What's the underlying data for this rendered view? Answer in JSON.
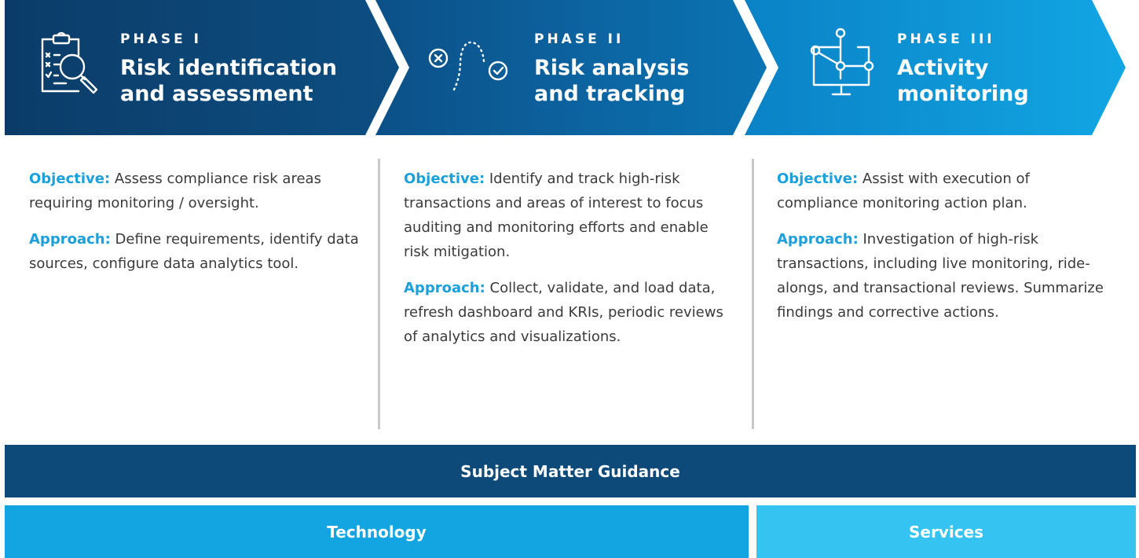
{
  "colors": {
    "phase1": "#0c4373",
    "phase2": "#0c5e93",
    "phase3": "#0a92d4",
    "accent": "#1aa0dc",
    "guidance_bar": "#0d4a7a",
    "technology_bar": "#12a5e2",
    "services_bar": "#35c4f2",
    "body_text": "#3a3a3a"
  },
  "phases": [
    {
      "label": "PHASE I",
      "title_lines": [
        "Risk identification",
        "and assessment"
      ],
      "icon": "clipboard-magnifier-icon",
      "objective_key": "Objective:",
      "objective_text": " Assess compliance risk areas requiring monitoring / oversight.",
      "approach_key": "Approach:",
      "approach_text": " Define requirements, identify data sources, configure data analytics tool."
    },
    {
      "label": "PHASE II",
      "title_lines": [
        "Risk analysis",
        "and tracking"
      ],
      "icon": "path-x-to-check-icon",
      "objective_key": "Objective:",
      "objective_text": " Identify and track high-risk transactions and areas of interest to focus auditing and monitoring efforts and enable risk mitigation.",
      "approach_key": "Approach:",
      "approach_text": " Collect, validate, and load data, refresh dashboard and KRIs, periodic reviews of analytics and visualizations."
    },
    {
      "label": "PHASE III",
      "title_lines": [
        "Activity",
        "monitoring"
      ],
      "icon": "monitor-network-icon",
      "objective_key": "Objective:",
      "objective_text": " Assist with execution of compliance monitoring action plan.",
      "approach_key": "Approach:",
      "approach_text": " Investigation of high-risk transactions, including live monitoring, ride-alongs, and transactional reviews. Summarize findings and corrective actions."
    }
  ],
  "bars": {
    "guidance": "Subject Matter Guidance",
    "technology": "Technology",
    "services": "Services"
  }
}
